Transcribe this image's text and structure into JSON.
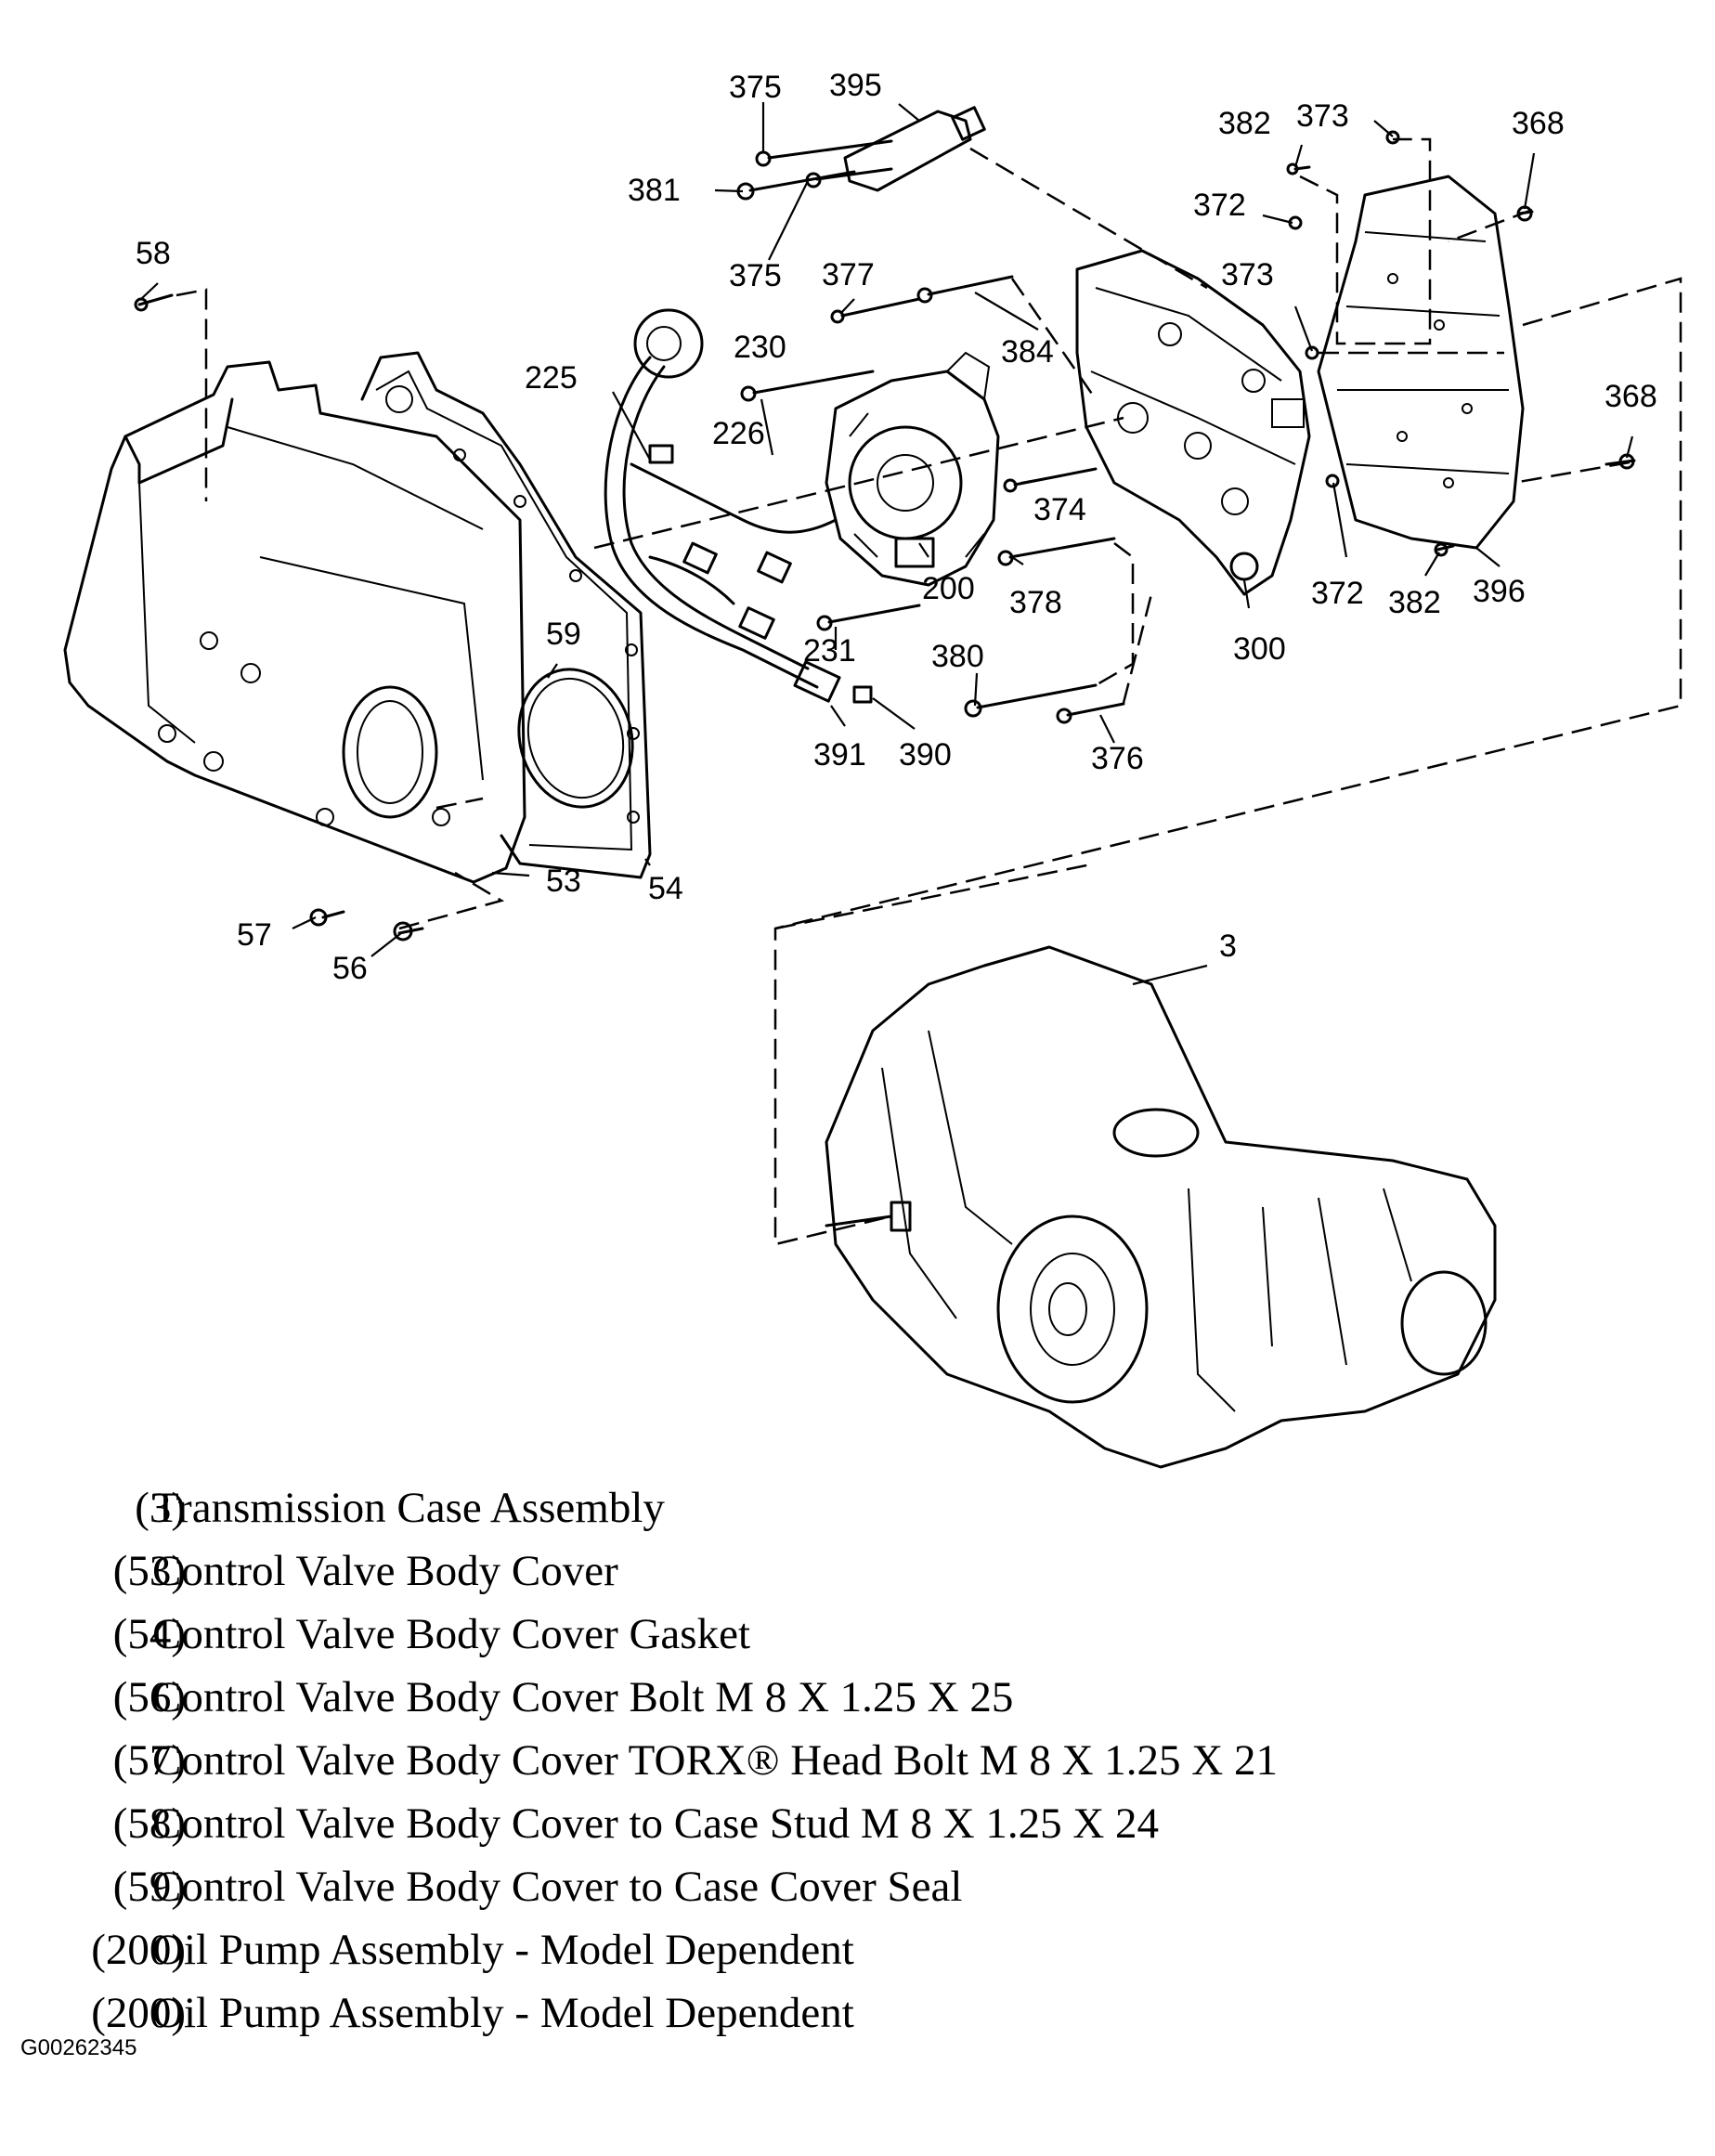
{
  "callouts": {
    "c375a": "375",
    "c395": "395",
    "c381": "381",
    "c375b": "375",
    "c382a": "382",
    "c373a": "373",
    "c368a": "368",
    "c372a": "372",
    "c58": "58",
    "c377": "377",
    "c373b": "373",
    "c384": "384",
    "c230": "230",
    "c225": "225",
    "c226": "226",
    "c368b": "368",
    "c374": "374",
    "c200": "200",
    "c378": "378",
    "c372b": "372",
    "c382b": "382",
    "c396": "396",
    "c59": "59",
    "c231": "231",
    "c380": "380",
    "c300": "300",
    "c391": "391",
    "c390": "390",
    "c376": "376",
    "c53": "53",
    "c54": "54",
    "c57": "57",
    "c56": "56",
    "c3": "3"
  },
  "legend": [
    {
      "ref": "(3)",
      "desc": "Transmission Case Assembly"
    },
    {
      "ref": "(53)",
      "desc": "Control Valve Body Cover"
    },
    {
      "ref": "(54)",
      "desc": "Control Valve Body Cover Gasket"
    },
    {
      "ref": "(56)",
      "desc": "Control Valve Body Cover Bolt M 8 X 1.25 X 25"
    },
    {
      "ref": "(57)",
      "desc": "Control Valve Body Cover TORX® Head Bolt M 8 X 1.25 X 21"
    },
    {
      "ref": "(58)",
      "desc": "Control Valve Body Cover to Case Stud M 8 X 1.25 X 24"
    },
    {
      "ref": "(59)",
      "desc": "Control Valve Body Cover to Case Cover Seal"
    },
    {
      "ref": "(200)",
      "desc": "Oil Pump Assembly - Model Dependent"
    },
    {
      "ref": "(200)",
      "desc": "Oil Pump Assembly - Model Dependent"
    }
  ],
  "figure_id": "G00262345"
}
